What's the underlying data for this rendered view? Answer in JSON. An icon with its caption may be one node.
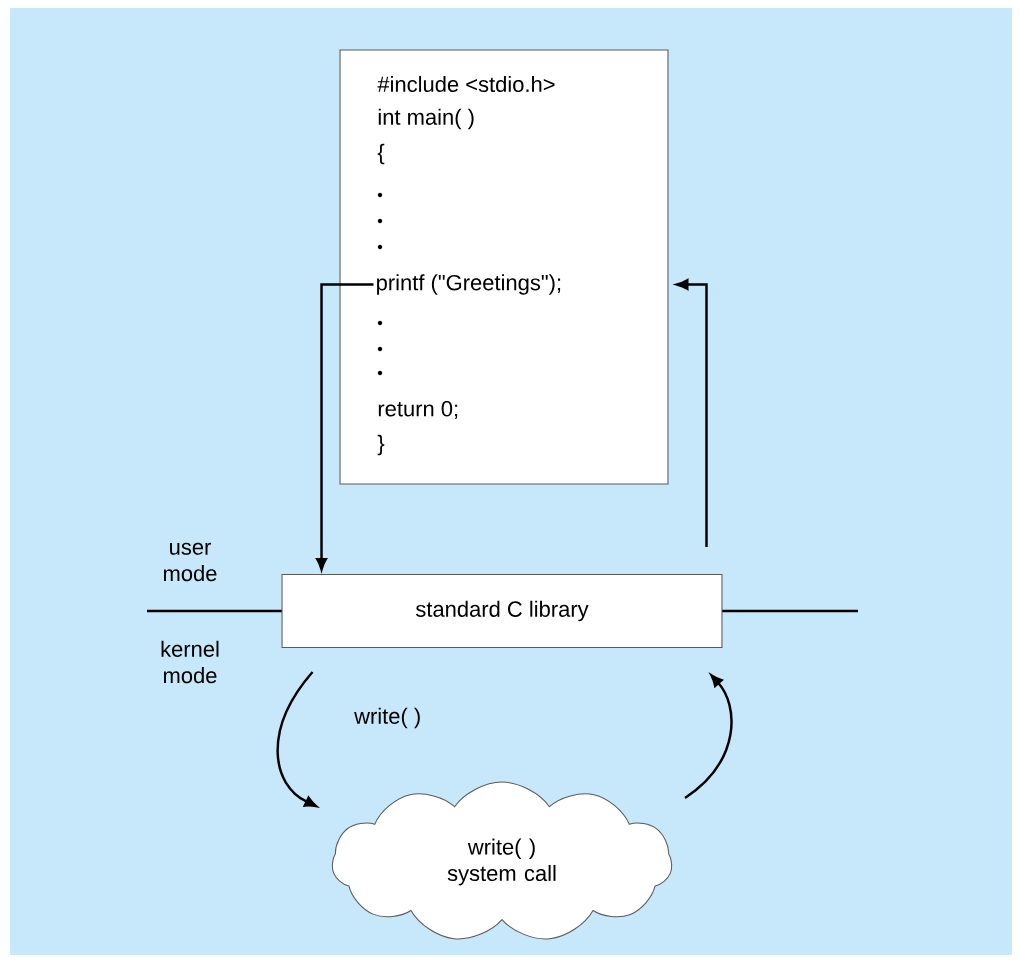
{
  "diagram": {
    "nodes": [
      {
        "text": [
          "#include <stdio.h>",
          "int main( )",
          "{",
          "return 0;",
          "}"
        ]
      },
      {
        "text": [
          "printf (\"Greetings\");"
        ],
        "in": 0
      },
      {
        "text": [
          "standard C library"
        ]
      },
      {
        "text": [
          "write( ) system call"
        ]
      }
    ],
    "edges": [
      {
        "from": 1,
        "to": 2,
        "arrow": "to"
      },
      {
        "from": 2,
        "to": 0,
        "arrow": "to"
      },
      {
        "from": 2,
        "to": 3,
        "arrow": "to",
        "label": "write( )"
      },
      {
        "from": 3,
        "to": 2,
        "arrow": "to"
      }
    ],
    "labels": [
      "user mode",
      "kernel mode"
    ]
  }
}
